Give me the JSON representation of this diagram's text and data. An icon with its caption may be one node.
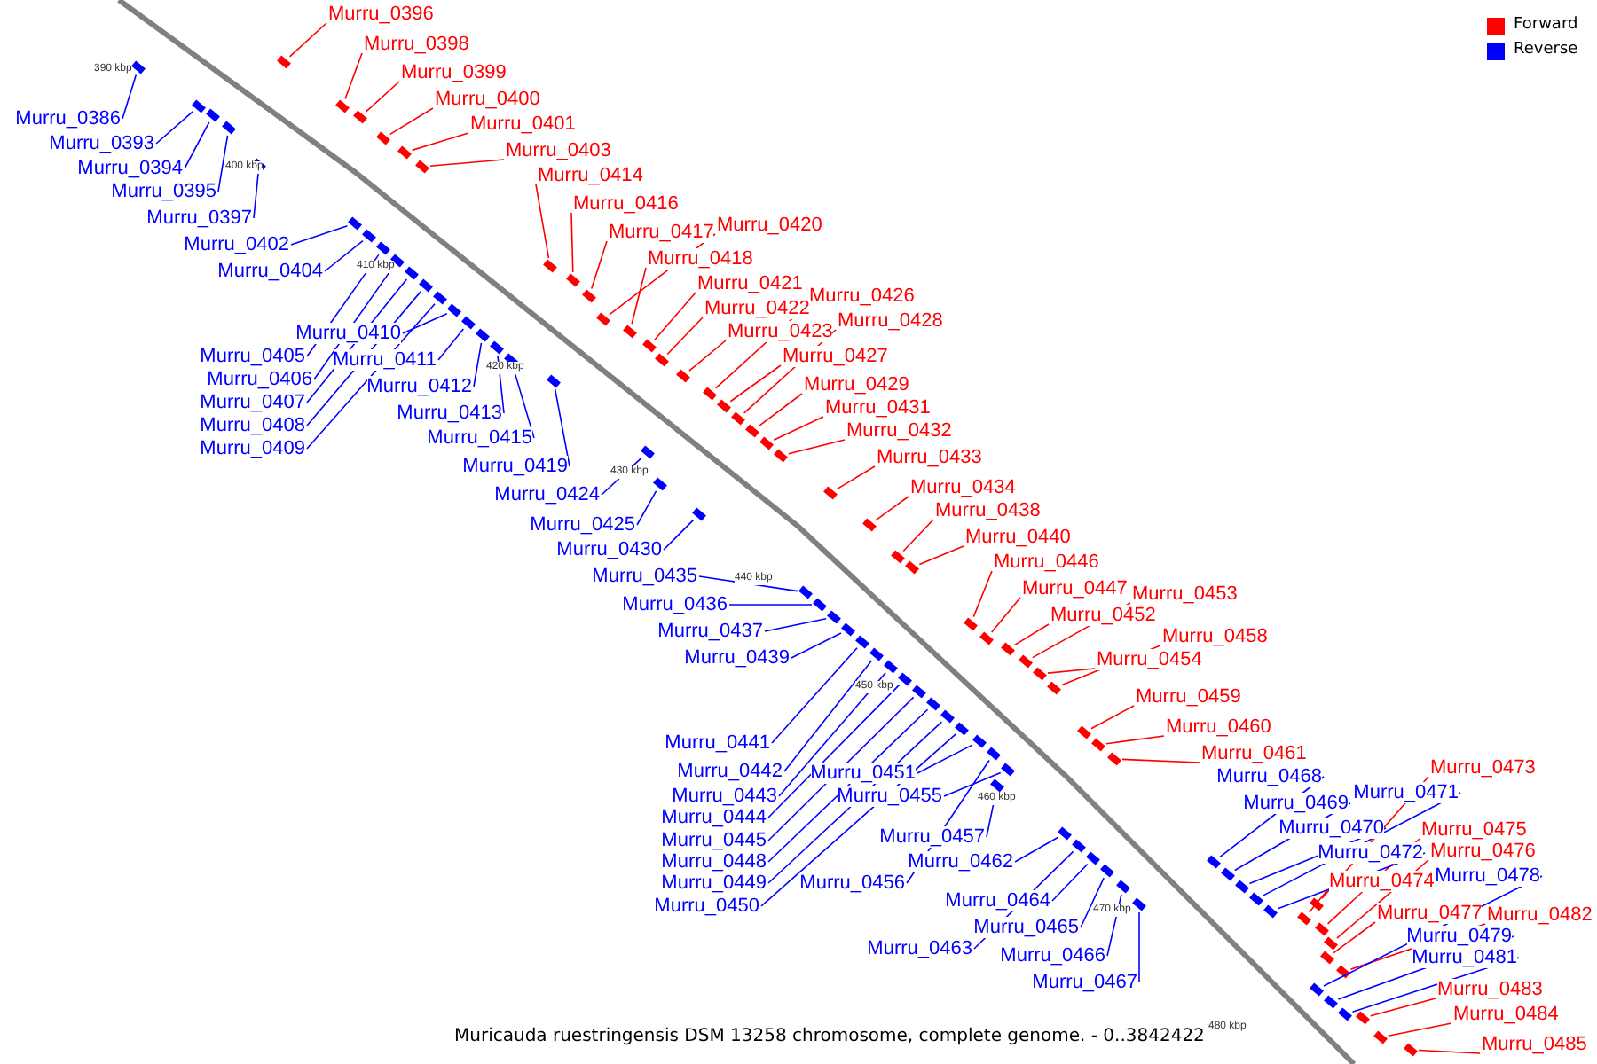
{
  "diagram": {
    "caption": "Muricauda ruestringensis DSM 13258 chromosome, complete genome. - 0..3842422",
    "nodes": [
      {
        "text": [
          "Murru_0396"
        ]
      },
      {
        "text": [
          "Murru_0398"
        ]
      },
      {
        "text": [
          "Murru_0399"
        ]
      },
      {
        "text": [
          "Murru_0400"
        ]
      },
      {
        "text": [
          "Murru_0401"
        ]
      },
      {
        "text": [
          "Murru_0403"
        ]
      },
      {
        "text": [
          "Murru_0414"
        ]
      },
      {
        "text": [
          "Murru_0416"
        ]
      },
      {
        "text": [
          "Murru_0417"
        ]
      },
      {
        "text": [
          "Murru_0420"
        ]
      },
      {
        "text": [
          "Murru_0418"
        ]
      },
      {
        "text": [
          "Murru_0421"
        ]
      },
      {
        "text": [
          "Murru_0426"
        ]
      },
      {
        "text": [
          "Murru_0422"
        ]
      },
      {
        "text": [
          "Murru_0428"
        ]
      },
      {
        "text": [
          "Murru_0423"
        ]
      },
      {
        "text": [
          "Murru_0427"
        ]
      },
      {
        "text": [
          "Murru_0429"
        ]
      },
      {
        "text": [
          "Murru_0431"
        ]
      },
      {
        "text": [
          "Murru_0432"
        ]
      },
      {
        "text": [
          "Murru_0433"
        ]
      },
      {
        "text": [
          "Murru_0434"
        ]
      },
      {
        "text": [
          "Murru_0438"
        ]
      },
      {
        "text": [
          "Murru_0440"
        ]
      },
      {
        "text": [
          "Murru_0446"
        ]
      },
      {
        "text": [
          "Murru_0447"
        ]
      },
      {
        "text": [
          "Murru_0453"
        ]
      },
      {
        "text": [
          "Murru_0452"
        ]
      },
      {
        "text": [
          "Murru_0458"
        ]
      },
      {
        "text": [
          "Murru_0454"
        ]
      },
      {
        "text": [
          "Murru_0459"
        ]
      },
      {
        "text": [
          "Murru_0460"
        ]
      },
      {
        "text": [
          "Murru_0461"
        ]
      },
      {
        "text": [
          "Murru_0473"
        ]
      },
      {
        "text": [
          "Murru_0475"
        ]
      },
      {
        "text": [
          "Murru_0476"
        ]
      },
      {
        "text": [
          "Murru_0474"
        ]
      },
      {
        "text": [
          "Murru_0477"
        ]
      },
      {
        "text": [
          "Murru_0482"
        ]
      },
      {
        "text": [
          "Murru_0483"
        ]
      },
      {
        "text": [
          "Murru_0484"
        ]
      },
      {
        "text": [
          "Murru_0485"
        ]
      },
      {
        "text": [
          "Murru_0386"
        ]
      },
      {
        "text": [
          "Murru_0393"
        ]
      },
      {
        "text": [
          "Murru_0394"
        ]
      },
      {
        "text": [
          "Murru_0395"
        ]
      },
      {
        "text": [
          "Murru_0397"
        ]
      },
      {
        "text": [
          "Murru_0402"
        ]
      },
      {
        "text": [
          "Murru_0404"
        ]
      },
      {
        "text": [
          "Murru_0410"
        ]
      },
      {
        "text": [
          "Murru_0405"
        ]
      },
      {
        "text": [
          "Murru_0411"
        ]
      },
      {
        "text": [
          "Murru_0406"
        ]
      },
      {
        "text": [
          "Murru_0412"
        ]
      },
      {
        "text": [
          "Murru_0407"
        ]
      },
      {
        "text": [
          "Murru_0413"
        ]
      },
      {
        "text": [
          "Murru_0408"
        ]
      },
      {
        "text": [
          "Murru_0415"
        ]
      },
      {
        "text": [
          "Murru_0409"
        ]
      },
      {
        "text": [
          "Murru_0419"
        ]
      },
      {
        "text": [
          "Murru_0424"
        ]
      },
      {
        "text": [
          "Murru_0425"
        ]
      },
      {
        "text": [
          "Murru_0430"
        ]
      },
      {
        "text": [
          "Murru_0435"
        ]
      },
      {
        "text": [
          "Murru_0436"
        ]
      },
      {
        "text": [
          "Murru_0437"
        ]
      },
      {
        "text": [
          "Murru_0439"
        ]
      },
      {
        "text": [
          "Murru_0441"
        ]
      },
      {
        "text": [
          "Murru_0442"
        ]
      },
      {
        "text": [
          "Murru_0451"
        ]
      },
      {
        "text": [
          "Murru_0443"
        ]
      },
      {
        "text": [
          "Murru_0455"
        ]
      },
      {
        "text": [
          "Murru_0444"
        ]
      },
      {
        "text": [
          "Murru_0445"
        ]
      },
      {
        "text": [
          "Murru_0457"
        ]
      },
      {
        "text": [
          "Murru_0448"
        ]
      },
      {
        "text": [
          "Murru_0462"
        ]
      },
      {
        "text": [
          "Murru_0449"
        ]
      },
      {
        "text": [
          "Murru_0456"
        ]
      },
      {
        "text": [
          "Murru_0450"
        ]
      },
      {
        "text": [
          "Murru_0464"
        ]
      },
      {
        "text": [
          "Murru_0465"
        ]
      },
      {
        "text": [
          "Murru_0463"
        ]
      },
      {
        "text": [
          "Murru_0466"
        ]
      },
      {
        "text": [
          "Murru_0467"
        ]
      },
      {
        "text": [
          "Murru_0468"
        ]
      },
      {
        "text": [
          "Murru_0469"
        ]
      },
      {
        "text": [
          "Murru_0471"
        ]
      },
      {
        "text": [
          "Murru_0470"
        ]
      },
      {
        "text": [
          "Murru_0472"
        ]
      },
      {
        "text": [
          "Murru_0478"
        ]
      },
      {
        "text": [
          "Murru_0479"
        ]
      },
      {
        "text": [
          "Murru_0481"
        ]
      },
      {
        "text": [],
        "shape": "box"
      },
      {
        "text": [],
        "shape": "box"
      },
      {
        "text": [],
        "shape": "box"
      },
      {
        "text": [],
        "shape": "box"
      },
      {
        "text": [],
        "shape": "box"
      },
      {
        "text": [],
        "shape": "box"
      },
      {
        "text": [],
        "shape": "box"
      },
      {
        "text": [],
        "shape": "box"
      },
      {
        "text": [],
        "shape": "box"
      },
      {
        "text": [],
        "shape": "box"
      },
      {
        "text": [],
        "shape": "box"
      },
      {
        "text": [],
        "shape": "box"
      },
      {
        "text": [],
        "shape": "box"
      },
      {
        "text": [],
        "shape": "box"
      },
      {
        "text": [],
        "shape": "box"
      },
      {
        "text": [],
        "shape": "box"
      },
      {
        "text": [],
        "shape": "box"
      },
      {
        "text": [],
        "shape": "box"
      },
      {
        "text": [],
        "shape": "box"
      },
      {
        "text": [],
        "shape": "box"
      },
      {
        "text": [],
        "shape": "box"
      },
      {
        "text": [],
        "shape": "box"
      },
      {
        "text": [],
        "shape": "box"
      },
      {
        "text": [],
        "shape": "box"
      },
      {
        "text": [],
        "shape": "box"
      },
      {
        "text": [],
        "shape": "box"
      },
      {
        "text": [],
        "shape": "box"
      },
      {
        "text": [],
        "shape": "box"
      },
      {
        "text": [],
        "shape": "box"
      },
      {
        "text": [],
        "shape": "box"
      },
      {
        "text": [],
        "shape": "box"
      },
      {
        "text": [],
        "shape": "box"
      },
      {
        "text": [],
        "shape": "box"
      },
      {
        "text": [],
        "shape": "box"
      },
      {
        "text": [],
        "shape": "box"
      },
      {
        "text": [],
        "shape": "box"
      },
      {
        "text": [],
        "shape": "box"
      },
      {
        "text": [],
        "shape": "box"
      },
      {
        "text": [],
        "shape": "box"
      },
      {
        "text": [],
        "shape": "box"
      },
      {
        "text": [],
        "shape": "box"
      },
      {
        "text": [],
        "shape": "box"
      },
      {
        "text": [],
        "shape": "box"
      },
      {
        "text": [],
        "shape": "box"
      },
      {
        "text": [],
        "shape": "box"
      },
      {
        "text": [],
        "shape": "box"
      },
      {
        "text": [],
        "shape": "box"
      },
      {
        "text": [],
        "shape": "box"
      },
      {
        "text": [],
        "shape": "box"
      },
      {
        "text": [],
        "shape": "box"
      },
      {
        "text": [],
        "shape": "box"
      },
      {
        "text": [],
        "shape": "box"
      },
      {
        "text": [],
        "shape": "box"
      },
      {
        "text": [],
        "shape": "box"
      },
      {
        "text": [],
        "shape": "box"
      },
      {
        "text": [],
        "shape": "box"
      },
      {
        "text": [],
        "shape": "box"
      },
      {
        "text": [],
        "shape": "box"
      },
      {
        "text": [],
        "shape": "box"
      },
      {
        "text": [],
        "shape": "box"
      },
      {
        "text": [],
        "shape": "box"
      },
      {
        "text": [],
        "shape": "box"
      },
      {
        "text": [],
        "shape": "box"
      },
      {
        "text": [],
        "shape": "box"
      },
      {
        "text": [],
        "shape": "box"
      },
      {
        "text": [],
        "shape": "box"
      },
      {
        "text": [],
        "shape": "box"
      },
      {
        "text": [],
        "shape": "box"
      },
      {
        "text": [],
        "shape": "box"
      },
      {
        "text": [],
        "shape": "box"
      },
      {
        "text": [],
        "shape": "box"
      },
      {
        "text": [],
        "shape": "box"
      },
      {
        "text": [],
        "shape": "box"
      },
      {
        "text": [],
        "shape": "box"
      },
      {
        "text": [],
        "shape": "box"
      },
      {
        "text": [],
        "shape": "box"
      },
      {
        "text": [],
        "shape": "box"
      },
      {
        "text": [],
        "shape": "box"
      },
      {
        "text": [],
        "shape": "box"
      },
      {
        "text": [],
        "shape": "box"
      },
      {
        "text": [],
        "shape": "box"
      },
      {
        "text": [],
        "shape": "box"
      },
      {
        "text": [],
        "shape": "box"
      },
      {
        "text": [],
        "shape": "box"
      },
      {
        "text": [],
        "shape": "box"
      },
      {
        "text": [],
        "shape": "box"
      },
      {
        "text": [],
        "shape": "box"
      },
      {
        "text": [],
        "shape": "box"
      },
      {
        "text": [],
        "shape": "box"
      },
      {
        "text": [],
        "shape": "box"
      },
      {
        "text": [],
        "shape": "box"
      },
      {
        "text": [],
        "shape": "box"
      },
      {
        "text": [],
        "shape": "box"
      }
    ],
    "edges": [
      {
        "from": 0,
        "to": 93,
        "arrow": "none",
        "color": "#ff0000"
      },
      {
        "from": 1,
        "to": 94,
        "arrow": "none",
        "color": "#ff0000"
      },
      {
        "from": 2,
        "to": 95,
        "arrow": "none",
        "color": "#ff0000"
      },
      {
        "from": 3,
        "to": 96,
        "arrow": "none",
        "color": "#ff0000"
      },
      {
        "from": 4,
        "to": 97,
        "arrow": "none",
        "color": "#ff0000"
      },
      {
        "from": 5,
        "to": 98,
        "arrow": "none",
        "color": "#ff0000"
      },
      {
        "from": 6,
        "to": 99,
        "arrow": "none",
        "color": "#ff0000"
      },
      {
        "from": 7,
        "to": 100,
        "arrow": "none",
        "color": "#ff0000"
      },
      {
        "from": 8,
        "to": 101,
        "arrow": "none",
        "color": "#ff0000"
      },
      {
        "from": 9,
        "to": 102,
        "arrow": "none",
        "color": "#ff0000"
      },
      {
        "from": 10,
        "to": 103,
        "arrow": "none",
        "color": "#ff0000"
      },
      {
        "from": 11,
        "to": 104,
        "arrow": "none",
        "color": "#ff0000"
      },
      {
        "from": 12,
        "to": 105,
        "arrow": "none",
        "color": "#ff0000"
      },
      {
        "from": 13,
        "to": 106,
        "arrow": "none",
        "color": "#ff0000"
      },
      {
        "from": 14,
        "to": 107,
        "arrow": "none",
        "color": "#ff0000"
      },
      {
        "from": 15,
        "to": 108,
        "arrow": "none",
        "color": "#ff0000"
      },
      {
        "from": 16,
        "to": 109,
        "arrow": "none",
        "color": "#ff0000"
      },
      {
        "from": 17,
        "to": 110,
        "arrow": "none",
        "color": "#ff0000"
      },
      {
        "from": 18,
        "to": 111,
        "arrow": "none",
        "color": "#ff0000"
      },
      {
        "from": 19,
        "to": 112,
        "arrow": "none",
        "color": "#ff0000"
      },
      {
        "from": 20,
        "to": 113,
        "arrow": "none",
        "color": "#ff0000"
      },
      {
        "from": 21,
        "to": 114,
        "arrow": "none",
        "color": "#ff0000"
      },
      {
        "from": 22,
        "to": 115,
        "arrow": "none",
        "color": "#ff0000"
      },
      {
        "from": 23,
        "to": 116,
        "arrow": "none",
        "color": "#ff0000"
      },
      {
        "from": 24,
        "to": 117,
        "arrow": "none",
        "color": "#ff0000"
      },
      {
        "from": 25,
        "to": 118,
        "arrow": "none",
        "color": "#ff0000"
      },
      {
        "from": 26,
        "to": 119,
        "arrow": "none",
        "color": "#ff0000"
      },
      {
        "from": 27,
        "to": 120,
        "arrow": "none",
        "color": "#ff0000"
      },
      {
        "from": 28,
        "to": 121,
        "arrow": "none",
        "color": "#ff0000"
      },
      {
        "from": 29,
        "to": 122,
        "arrow": "none",
        "color": "#ff0000"
      },
      {
        "from": 30,
        "to": 123,
        "arrow": "none",
        "color": "#ff0000"
      },
      {
        "from": 31,
        "to": 124,
        "arrow": "none",
        "color": "#ff0000"
      },
      {
        "from": 32,
        "to": 125,
        "arrow": "none",
        "color": "#ff0000"
      },
      {
        "from": 33,
        "to": 126,
        "arrow": "none",
        "color": "#ff0000"
      },
      {
        "from": 34,
        "to": 127,
        "arrow": "none",
        "color": "#ff0000"
      },
      {
        "from": 35,
        "to": 128,
        "arrow": "none",
        "color": "#ff0000"
      },
      {
        "from": 36,
        "to": 129,
        "arrow": "none",
        "color": "#ff0000"
      },
      {
        "from": 37,
        "to": 130,
        "arrow": "none",
        "color": "#ff0000"
      },
      {
        "from": 38,
        "to": 131,
        "arrow": "none",
        "color": "#ff0000"
      },
      {
        "from": 39,
        "to": 132,
        "arrow": "none",
        "color": "#ff0000"
      },
      {
        "from": 40,
        "to": 133,
        "arrow": "none",
        "color": "#ff0000"
      },
      {
        "from": 41,
        "to": 134,
        "arrow": "none",
        "color": "#ff0000"
      },
      {
        "from": 42,
        "to": 135,
        "arrow": "none",
        "color": "#0000ff"
      },
      {
        "from": 43,
        "to": 136,
        "arrow": "none",
        "color": "#0000ff"
      },
      {
        "from": 44,
        "to": 137,
        "arrow": "none",
        "color": "#0000ff"
      },
      {
        "from": 45,
        "to": 138,
        "arrow": "none",
        "color": "#0000ff"
      },
      {
        "from": 46,
        "to": 139,
        "arrow": "none",
        "color": "#0000ff"
      },
      {
        "from": 47,
        "to": 140,
        "arrow": "none",
        "color": "#0000ff"
      },
      {
        "from": 48,
        "to": 141,
        "arrow": "none",
        "color": "#0000ff"
      },
      {
        "from": 49,
        "to": 142,
        "arrow": "none",
        "color": "#0000ff"
      },
      {
        "from": 50,
        "to": 143,
        "arrow": "none",
        "color": "#0000ff"
      },
      {
        "from": 51,
        "to": 144,
        "arrow": "none",
        "color": "#0000ff"
      },
      {
        "from": 52,
        "to": 145,
        "arrow": "none",
        "color": "#0000ff"
      },
      {
        "from": 53,
        "to": 146,
        "arrow": "none",
        "color": "#0000ff"
      },
      {
        "from": 54,
        "to": 147,
        "arrow": "none",
        "color": "#0000ff"
      },
      {
        "from": 55,
        "to": 148,
        "arrow": "none",
        "color": "#0000ff"
      },
      {
        "from": 56,
        "to": 149,
        "arrow": "none",
        "color": "#0000ff"
      },
      {
        "from": 57,
        "to": 150,
        "arrow": "none",
        "color": "#0000ff"
      },
      {
        "from": 58,
        "to": 151,
        "arrow": "none",
        "color": "#0000ff"
      },
      {
        "from": 59,
        "to": 152,
        "arrow": "none",
        "color": "#0000ff"
      },
      {
        "from": 60,
        "to": 153,
        "arrow": "none",
        "color": "#0000ff"
      },
      {
        "from": 61,
        "to": 154,
        "arrow": "none",
        "color": "#0000ff"
      },
      {
        "from": 62,
        "to": 155,
        "arrow": "none",
        "color": "#0000ff"
      },
      {
        "from": 63,
        "to": 156,
        "arrow": "none",
        "color": "#0000ff"
      },
      {
        "from": 64,
        "to": 157,
        "arrow": "none",
        "color": "#0000ff"
      },
      {
        "from": 65,
        "to": 158,
        "arrow": "none",
        "color": "#0000ff"
      },
      {
        "from": 66,
        "to": 159,
        "arrow": "none",
        "color": "#0000ff"
      },
      {
        "from": 67,
        "to": 160,
        "arrow": "none",
        "color": "#0000ff"
      },
      {
        "from": 68,
        "to": 161,
        "arrow": "none",
        "color": "#0000ff"
      },
      {
        "from": 69,
        "to": 162,
        "arrow": "none",
        "color": "#0000ff"
      },
      {
        "from": 70,
        "to": 163,
        "arrow": "none",
        "color": "#0000ff"
      },
      {
        "from": 71,
        "to": 164,
        "arrow": "none",
        "color": "#0000ff"
      },
      {
        "from": 72,
        "to": 165,
        "arrow": "none",
        "color": "#0000ff"
      },
      {
        "from": 73,
        "to": 166,
        "arrow": "none",
        "color": "#0000ff"
      },
      {
        "from": 74,
        "to": 167,
        "arrow": "none",
        "color": "#0000ff"
      },
      {
        "from": 75,
        "to": 168,
        "arrow": "none",
        "color": "#0000ff"
      },
      {
        "from": 76,
        "to": 169,
        "arrow": "none",
        "color": "#0000ff"
      },
      {
        "from": 77,
        "to": 170,
        "arrow": "none",
        "color": "#0000ff"
      },
      {
        "from": 78,
        "to": 171,
        "arrow": "none",
        "color": "#0000ff"
      },
      {
        "from": 79,
        "to": 172,
        "arrow": "none",
        "color": "#0000ff"
      },
      {
        "from": 80,
        "to": 173,
        "arrow": "none",
        "color": "#0000ff"
      },
      {
        "from": 81,
        "to": 174,
        "arrow": "none",
        "color": "#0000ff"
      },
      {
        "from": 82,
        "to": 175,
        "arrow": "none",
        "color": "#0000ff"
      },
      {
        "from": 83,
        "to": 176,
        "arrow": "none",
        "color": "#0000ff"
      },
      {
        "from": 84,
        "to": 177,
        "arrow": "none",
        "color": "#0000ff"
      },
      {
        "from": 85,
        "to": 178,
        "arrow": "none",
        "color": "#0000ff"
      },
      {
        "from": 86,
        "to": 179,
        "arrow": "none",
        "color": "#0000ff"
      },
      {
        "from": 87,
        "to": 180,
        "arrow": "none",
        "color": "#0000ff"
      },
      {
        "from": 88,
        "to": 181,
        "arrow": "none",
        "color": "#0000ff"
      },
      {
        "from": 89,
        "to": 182,
        "arrow": "none",
        "color": "#0000ff"
      },
      {
        "from": 90,
        "to": 183,
        "arrow": "none",
        "color": "#0000ff"
      },
      {
        "from": 91,
        "to": 184,
        "arrow": "none",
        "color": "#0000ff"
      },
      {
        "from": 92,
        "to": 185,
        "arrow": "none",
        "color": "#0000ff"
      }
    ],
    "labels": [
      "390 kbp",
      "400 kbp",
      "410 kbp",
      "420 kbp",
      "430 kbp",
      "440 kbp",
      "450 kbp",
      "460 kbp",
      "470 kbp",
      "480 kbp"
    ],
    "legend": [
      {
        "text": "Forward",
        "color": "#ff0000"
      },
      {
        "text": "Reverse",
        "color": "#0000ff"
      }
    ]
  }
}
